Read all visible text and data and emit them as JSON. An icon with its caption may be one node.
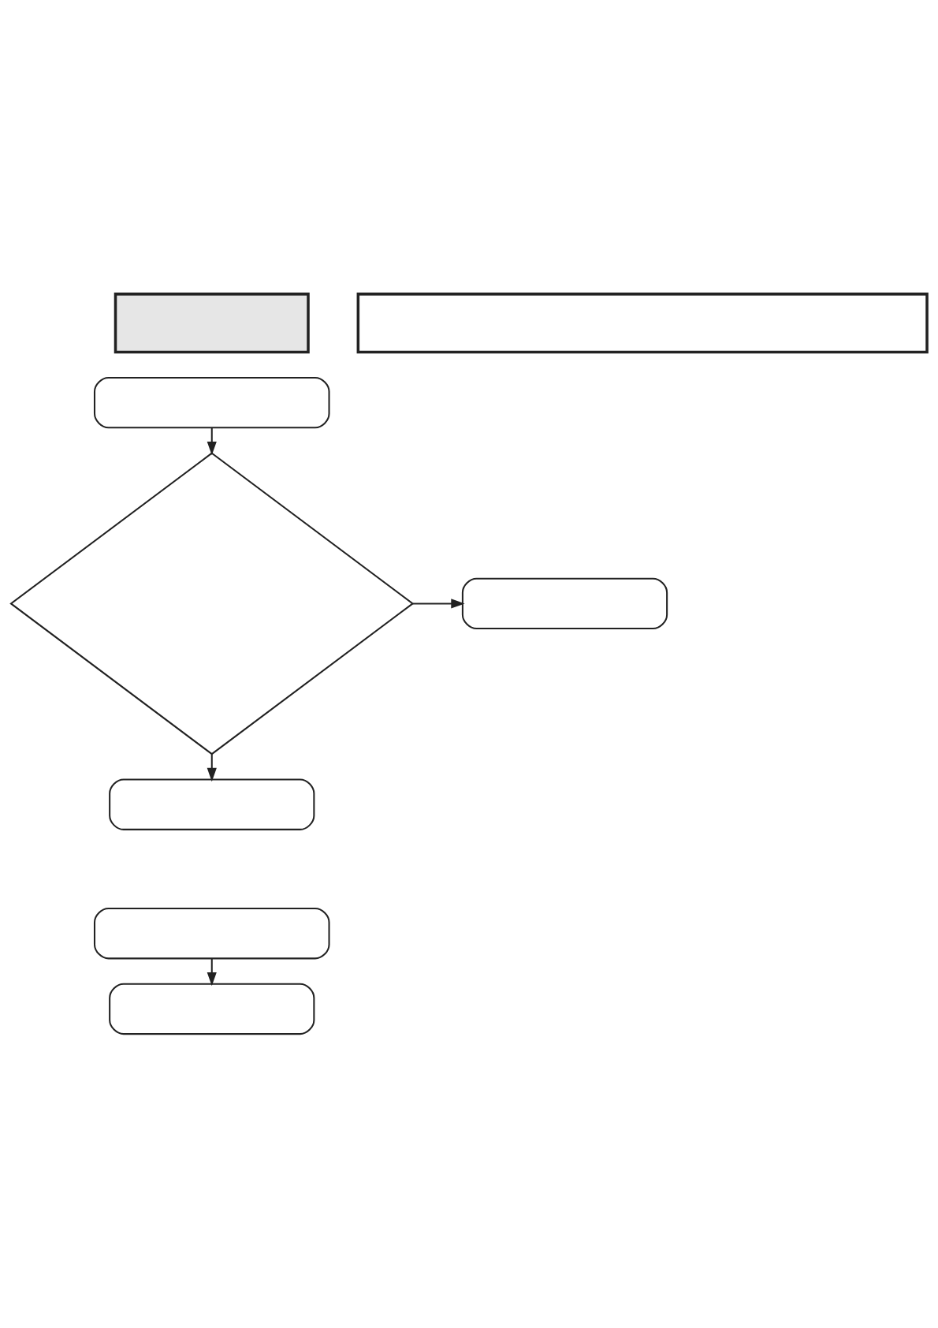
{
  "diagram": {
    "nodes": [
      {
        "text": [],
        "shape": "box"
      },
      {
        "text": [],
        "shape": "box"
      },
      {
        "text": [],
        "shape": "box"
      },
      {
        "text": [],
        "shape": "diamond"
      },
      {
        "text": [],
        "shape": "box"
      },
      {
        "text": [],
        "shape": "box"
      },
      {
        "text": [],
        "shape": "box"
      },
      {
        "text": [],
        "shape": "box"
      }
    ],
    "edges": [
      {
        "from": 2,
        "to": 3,
        "arrow": "to"
      },
      {
        "from": 3,
        "to": 4,
        "arrow": "to"
      },
      {
        "from": 3,
        "to": 5,
        "arrow": "to"
      },
      {
        "from": 6,
        "to": 7,
        "arrow": "to"
      }
    ]
  }
}
